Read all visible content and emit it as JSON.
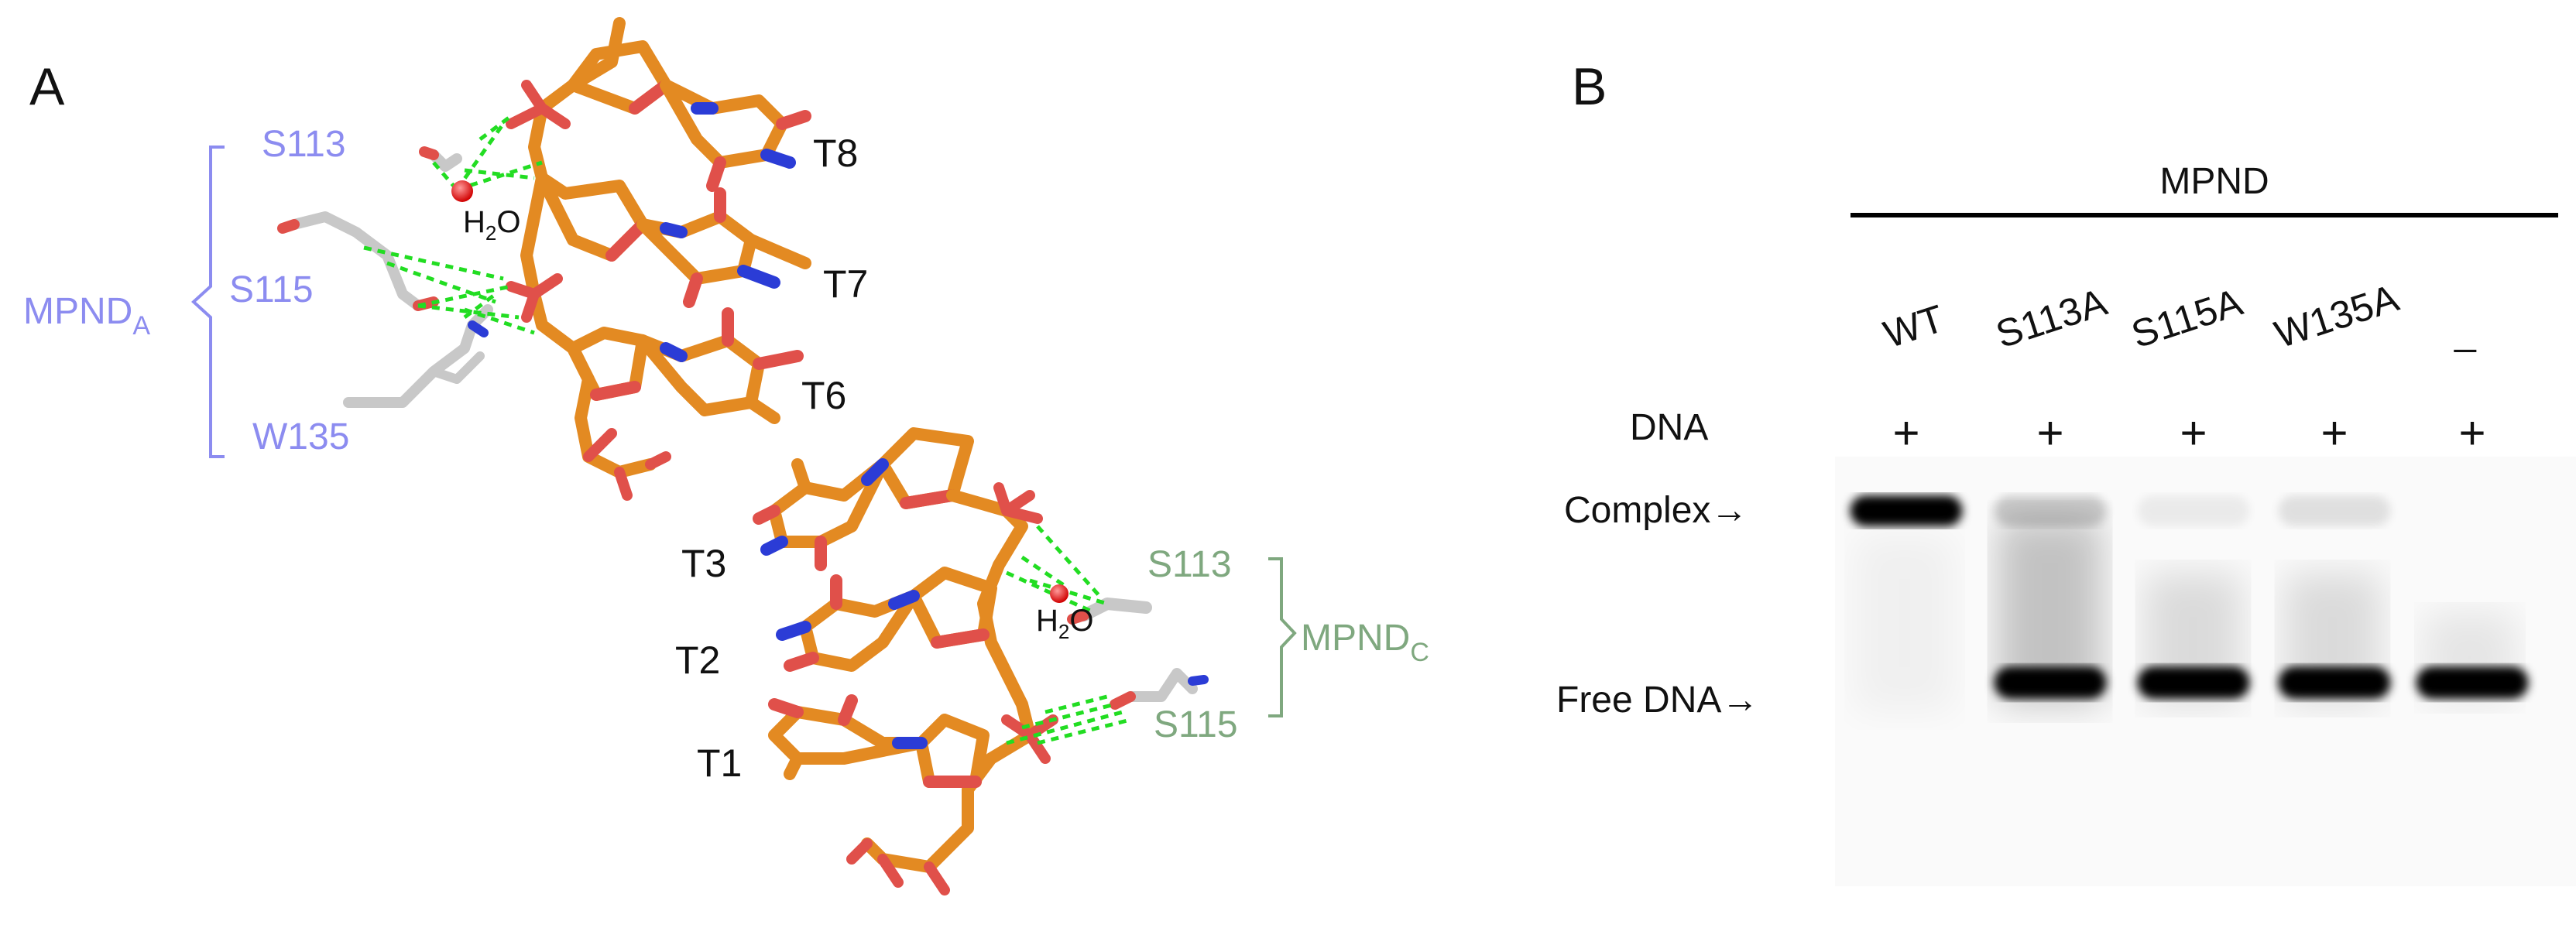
{
  "colors": {
    "mpnd_a": "#8c8cf0",
    "mpnd_c": "#7fa87f",
    "carbon": "#e38a22",
    "oxygen": "#e0504a",
    "nitrogen": "#2b3cd6",
    "protein": "#c8c8c8",
    "hbond": "#22dd22",
    "water": "#e01010"
  },
  "panel_a": {
    "letter": "A",
    "group_a": {
      "prefix": "MPND",
      "subscript": "A",
      "residues": [
        "S113",
        "S115",
        "W135"
      ]
    },
    "group_c": {
      "prefix": "MPND",
      "subscript": "C",
      "residues": [
        "S113",
        "S115"
      ]
    },
    "nucleotides": [
      "T8",
      "T7",
      "T6",
      "T3",
      "T2",
      "T1"
    ],
    "water": {
      "h": "H",
      "sub": "2",
      "o": "O"
    }
  },
  "panel_b": {
    "letter": "B",
    "protein_label": "MPND",
    "lanes": [
      "WT",
      "S113A",
      "S115A",
      "W135A",
      "_"
    ],
    "dna_label": "DNA",
    "dna_marks": [
      "+",
      "+",
      "+",
      "+",
      "+"
    ],
    "complex_label": "Complex→",
    "free_label": "Free DNA→",
    "complex_band_intensity": [
      1.0,
      0.18,
      0.06,
      0.1,
      0.0
    ],
    "free_band_intensity": [
      0.0,
      1.0,
      1.0,
      1.0,
      1.0
    ]
  }
}
